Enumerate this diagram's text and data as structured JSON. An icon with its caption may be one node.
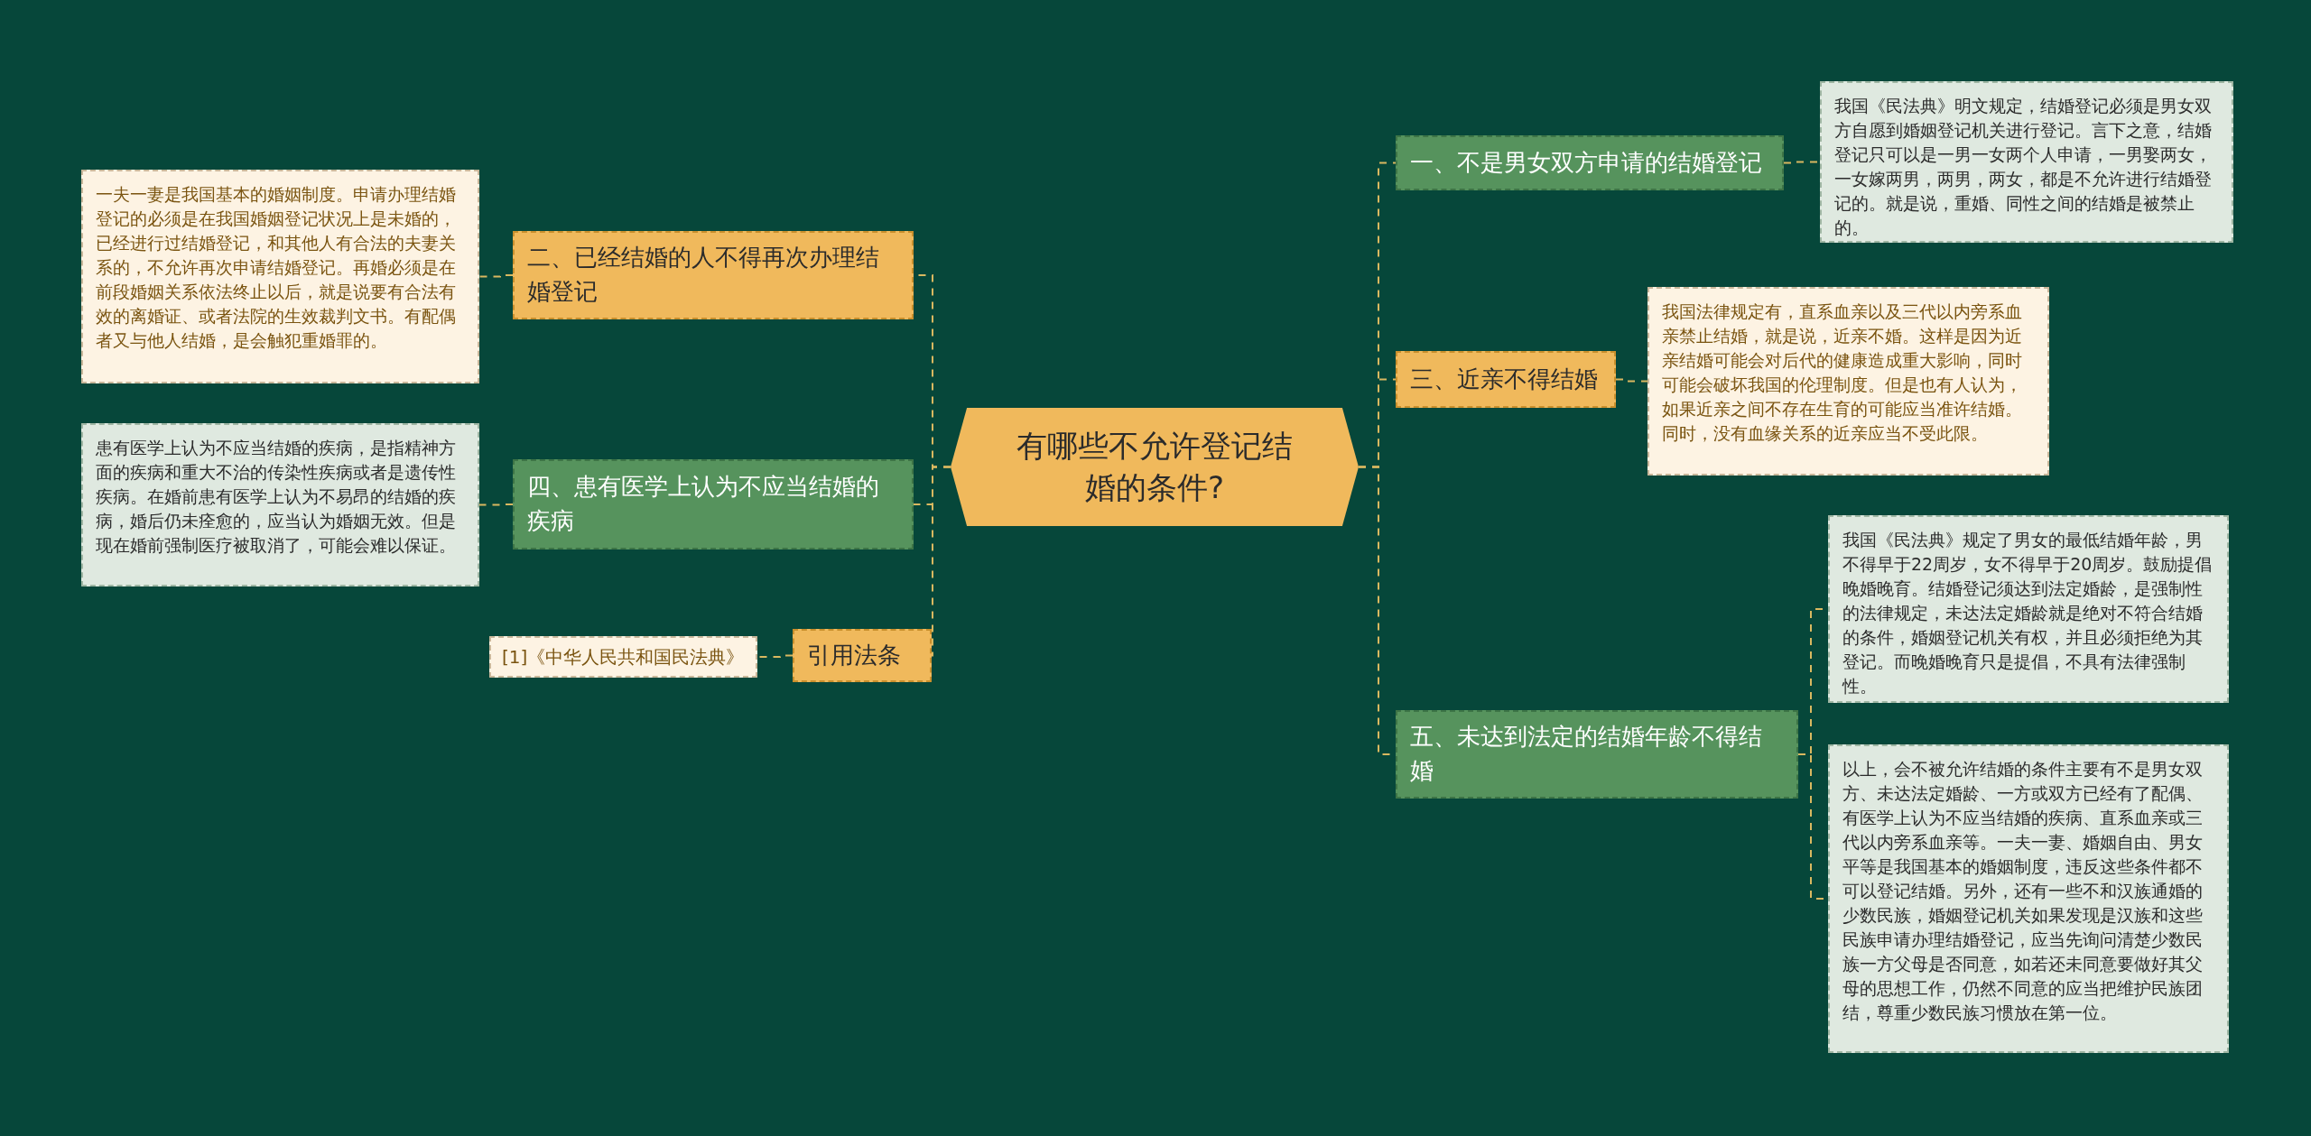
{
  "diagram": {
    "nodes": [
      {
        "text": [
          "有哪些不允许登记结婚的条件?"
        ]
      },
      {
        "text": [
          "一、不是男女双方申请的结婚登记"
        ]
      },
      {
        "text": [
          "我国《民法典》明文规定，结婚登记必须是男女双方自愿到婚姻登记机关进行登记。言下之意，结婚登记只可以是一男一女两个人申请，一男娶两女，一女嫁两男，两男，两女，都是不允许进行结婚登记的。就是说，重婚、同性之间的结婚是被禁止的。"
        ]
      },
      {
        "text": [
          "三、近亲不得结婚"
        ]
      },
      {
        "text": [
          "我国法律规定有，直系血亲以及三代以内旁系血亲禁止结婚，就是说，近亲不婚。这样是因为近亲结婚可能会对后代的健康造成重大影响，同时可能会破坏我国的伦理制度。但是也有人认为，如果近亲之间不存在生育的可能应当准许结婚。同时，没有血缘关系的近亲应当不受此限。"
        ]
      },
      {
        "text": [
          "五、未达到法定的结婚年龄不得结婚"
        ]
      },
      {
        "text": [
          "我国《民法典》规定了男女的最低结婚年龄，男不得早于22周岁，女不得早于20周岁。鼓励提倡晚婚晚育。结婚登记须达到法定婚龄，是强制性的法律规定，未达法定婚龄就是绝对不符合结婚的条件，婚姻登记机关有权，并且必须拒绝为其登记。而晚婚晚育只是提倡，不具有法律强制性。"
        ]
      },
      {
        "text": [
          "以上，会不被允许结婚的条件主要有不是男女双方、未达法定婚龄、一方或双方已经有了配偶、有医学上认为不应当结婚的疾病、直系血亲或三代以内旁系血亲等。一夫一妻、婚姻自由、男女平等是我国基本的婚姻制度，违反这些条件都不可以登记结婚。另外，还有一些不和汉族通婚的少数民族，婚姻登记机关如果发现是汉族和这些民族申请办理结婚登记，应当先询问清楚少数民族一方父母是否同意，如若还未同意要做好其父母的思想工作，仍然不同意的应当把维护民族团结，尊重少数民族习惯放在第一位。"
        ]
      },
      {
        "text": [
          "二、已经结婚的人不得再次办理结婚登记"
        ]
      },
      {
        "text": [
          "一夫一妻是我国基本的婚姻制度。申请办理结婚登记的必须是在我国婚姻登记状况上是未婚的，已经进行过结婚登记，和其他人有合法的夫妻关系的，不允许再次申请结婚登记。再婚必须是在前段婚姻关系依法终止以后，就是说要有合法有效的离婚证、或者法院的生效裁判文书。有配偶者又与他人结婚，是会触犯重婚罪的。"
        ]
      },
      {
        "text": [
          "四、患有医学上认为不应当结婚的疾病"
        ]
      },
      {
        "text": [
          "患有医学上认为不应当结婚的疾病，是指精神方面的疾病和重大不治的传染性疾病或者是遗传性疾病。在婚前患有医学上认为不易昂的结婚的疾病，婚后仍未痊愈的，应当认为婚姻无效。但是现在婚前强制医疗被取消了，可能会难以保证。"
        ]
      },
      {
        "text": [
          "引用法条"
        ]
      },
      {
        "text": [
          "[1]《中华人民共和国民法典》"
        ]
      }
    ],
    "edges": [
      {
        "from": 0,
        "to": 1,
        "arrow": "none"
      },
      {
        "from": 1,
        "to": 2,
        "arrow": "none"
      },
      {
        "from": 0,
        "to": 3,
        "arrow": "none"
      },
      {
        "from": 3,
        "to": 4,
        "arrow": "none"
      },
      {
        "from": 0,
        "to": 5,
        "arrow": "none"
      },
      {
        "from": 5,
        "to": 6,
        "arrow": "none"
      },
      {
        "from": 5,
        "to": 7,
        "arrow": "none"
      },
      {
        "from": 0,
        "to": 8,
        "arrow": "none"
      },
      {
        "from": 8,
        "to": 9,
        "arrow": "none"
      },
      {
        "from": 0,
        "to": 10,
        "arrow": "none"
      },
      {
        "from": 10,
        "to": 11,
        "arrow": "none"
      },
      {
        "from": 0,
        "to": 12,
        "arrow": "none"
      },
      {
        "from": 12,
        "to": 13,
        "arrow": "none"
      }
    ]
  }
}
